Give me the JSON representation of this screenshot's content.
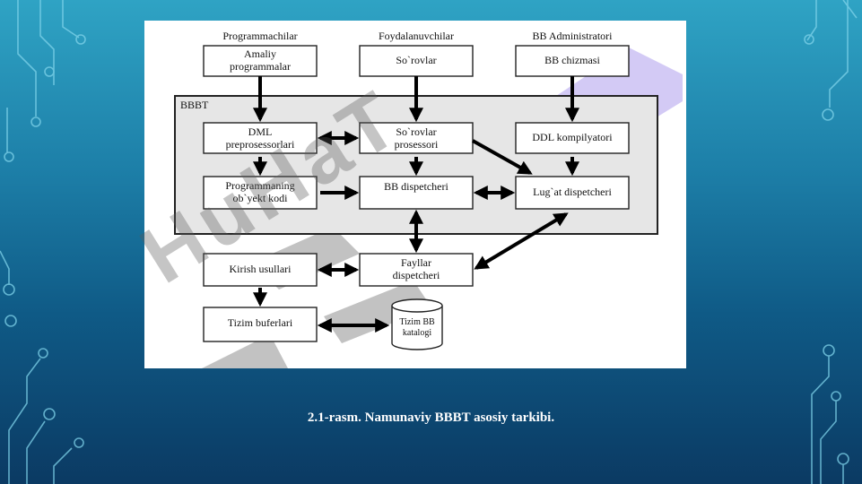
{
  "diagram": {
    "group_title": "BBBT",
    "top_headers": {
      "programmers": "Programmachilar",
      "users": "Foydalanuvchilar",
      "admins": "BB Administratori"
    },
    "nodes": {
      "applied_programs": "Amaliy\nprogrammalar",
      "queries": "So`rovlar",
      "db_schema": "BB chizmasi",
      "dml_preprocessors": "DML\npreprosessorlari",
      "query_processor": "So`rovlar\nprosessori",
      "ddl_compiler": "DDL kompilyatori",
      "object_code": "Programmaning\nob`yekt kodi",
      "db_dispatcher": "BB dispetcheri",
      "dictionary_dispatcher": "Lug`at dispetcheri",
      "access_methods": "Kirish usullari",
      "file_dispatcher": "Fayllar\ndispetcheri",
      "system_buffers": "Tizim buferlari",
      "db_catalog": "Tizim BB\nkatalogi"
    }
  },
  "caption": "2.1-rasm. Namunaviy BBBT asosiy tarkibi.",
  "watermark": "HuHaT",
  "colors": {
    "watermark_purple": "#b6a6ee",
    "watermark_gray": "#8a8a8a",
    "system_box_fill": "#e6e6e6"
  }
}
